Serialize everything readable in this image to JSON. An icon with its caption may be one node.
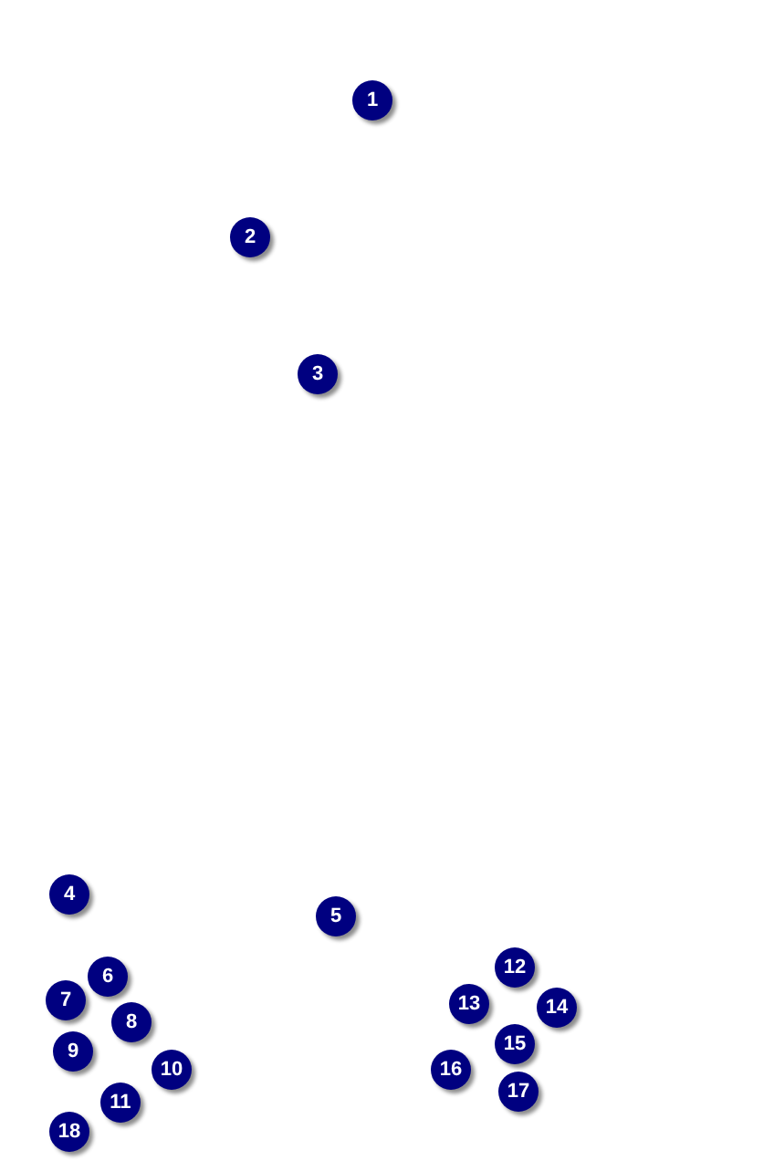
{
  "diagram": {
    "labels": [
      "1",
      "2",
      "3",
      "4",
      "5",
      "6",
      "7",
      "8",
      "9",
      "10",
      "11",
      "12",
      "13",
      "14",
      "15",
      "16",
      "17",
      "18"
    ]
  }
}
